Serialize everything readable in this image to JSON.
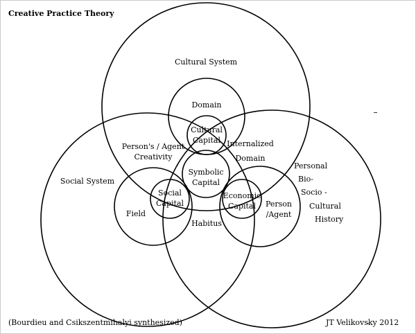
{
  "header": {
    "title": "Creative Practice Theory"
  },
  "footer": {
    "left": "(Bourdieu and Csikszentmihalyi synthesized)",
    "right": "JT Velikovsky 2012"
  },
  "labels": {
    "cultural_system": "Cultural  System",
    "domain": "Domain",
    "cultural_capital_1": "Cultural",
    "cultural_capital_2": "Capital",
    "persons_agent_creativity_1": "Person's / Agent",
    "persons_agent_creativity_2": "Creativity",
    "internalized_domain_1": "Internalized",
    "internalized_domain_2": "Domain",
    "social_system": "Social System",
    "symbolic_capital_1": "Symbolic",
    "symbolic_capital_2": "Capital",
    "social_capital_1": "Social",
    "social_capital_2": "Capital",
    "field": "Field",
    "habitus": "Habitus",
    "economic_capital_1": "Economic",
    "economic_capital_2": "Capital",
    "person_agent_1": "Person",
    "person_agent_2": "/Agent",
    "personal_history_1": "Personal",
    "personal_history_2": "Bio-",
    "personal_history_3": "Socio -",
    "personal_history_4": "Cultural",
    "personal_history_5": "History"
  }
}
